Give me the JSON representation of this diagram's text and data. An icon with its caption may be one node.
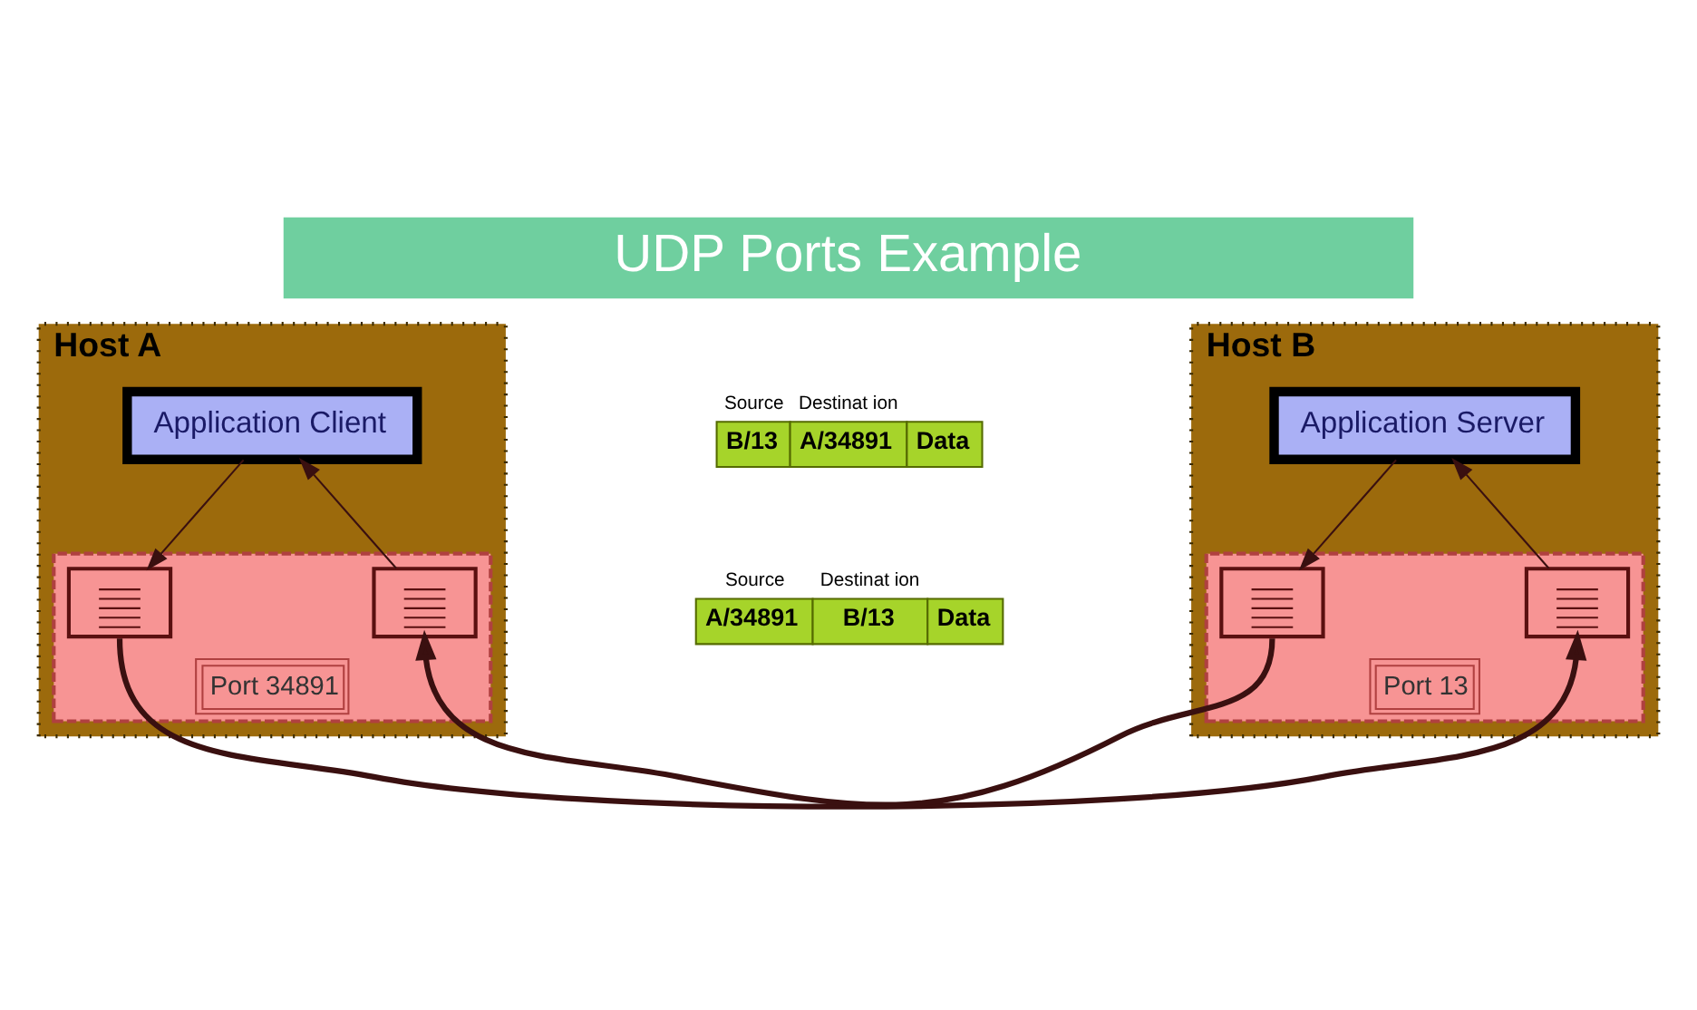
{
  "diagram": {
    "title": "UDP Ports Example",
    "nodes": [
      {
        "text": [
          "Host A"
        ]
      },
      {
        "text": [
          "Application Client"
        ],
        "in": 0
      },
      {
        "text": [
          "Port 34891"
        ],
        "in": 0
      },
      {
        "text": [],
        "shape": "queue",
        "in": 2
      },
      {
        "text": [],
        "shape": "queue",
        "in": 2
      },
      {
        "text": [
          "Host B"
        ]
      },
      {
        "text": [
          "Application Server"
        ],
        "in": 5
      },
      {
        "text": [
          "Port 13"
        ],
        "in": 5
      },
      {
        "text": [],
        "shape": "queue",
        "in": 7
      },
      {
        "text": [],
        "shape": "queue",
        "in": 7
      },
      {
        "text": [
          "B/13",
          "A/34891",
          "Data"
        ],
        "beside": [
          "Source",
          "Destinat ion"
        ]
      },
      {
        "text": [
          "A/34891",
          "B/13",
          "Data"
        ],
        "beside": [
          "Source",
          "Destinat ion"
        ]
      }
    ],
    "edges": [
      {
        "from": 1,
        "to": 3,
        "arrow": "to"
      },
      {
        "from": 4,
        "to": 1,
        "arrow": "to"
      },
      {
        "from": 6,
        "to": 8,
        "arrow": "to"
      },
      {
        "from": 9,
        "to": 6,
        "arrow": "to"
      },
      {
        "from": 8,
        "to": 4,
        "arrow": "to",
        "style": "thick"
      },
      {
        "from": 3,
        "to": 9,
        "arrow": "to",
        "style": "thick"
      }
    ]
  }
}
